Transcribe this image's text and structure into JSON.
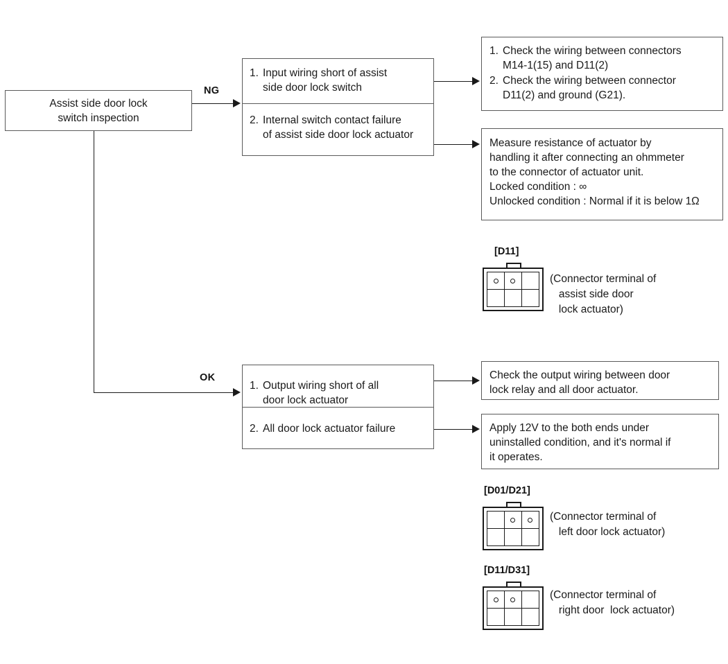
{
  "diagram": {
    "title": "Assist side door lock switch inspection flowchart",
    "colors": {
      "box_border": "#5a5a5a",
      "line": "#1a1a1a",
      "connector_border": "#1a1a1a",
      "background": "#ffffff",
      "text": "#1a1a1a"
    }
  },
  "start": {
    "label": "Assist side door lock\nswitch inspection"
  },
  "edges": {
    "ng_label": "NG",
    "ok_label": "OK"
  },
  "ng_branch": {
    "causes": [
      {
        "num": "1.",
        "text": "Input wiring short of assist\nside door lock switch"
      },
      {
        "num": "2.",
        "text": "Internal switch contact failure\nof assist side door lock actuator"
      }
    ],
    "actions": [
      {
        "items": [
          {
            "num": "1.",
            "text": "Check the wiring between connectors\nM14-1(15) and D11(2)"
          },
          {
            "num": "2.",
            "text": "Check the wiring between connector\nD11(2) and ground (G21)."
          }
        ]
      },
      {
        "text": "Measure resistance of actuator by\nhandling it after connecting an ohmmeter\nto the connector of actuator unit.\nLocked condition : ∞\nUnlocked condition : Normal if it is below 1Ω"
      }
    ]
  },
  "ok_branch": {
    "causes": [
      {
        "num": "1.",
        "text": "Output wiring short of all\ndoor lock actuator"
      },
      {
        "num": "2.",
        "text": "All door lock actuator failure"
      }
    ],
    "actions": [
      {
        "text": "Check the output wiring between door\nlock relay and all door actuator."
      },
      {
        "text": "Apply 12V to the both ends under\nuninstalled condition, and it's normal if\nit operates."
      }
    ]
  },
  "connectors": [
    {
      "tag": "[D11]",
      "caption": "(Connector terminal of\n   assist side door\n   lock actuator)",
      "pins": [
        true,
        true,
        false,
        false,
        false,
        false
      ]
    },
    {
      "tag": "[D01/D21]",
      "caption": "(Connector terminal of\n   left door lock actuator)",
      "pins": [
        false,
        true,
        true,
        false,
        false,
        false
      ]
    },
    {
      "tag": "[D11/D31]",
      "caption": "(Connector terminal of\n   right door  lock actuator)",
      "pins": [
        true,
        true,
        false,
        false,
        false,
        false
      ]
    }
  ]
}
